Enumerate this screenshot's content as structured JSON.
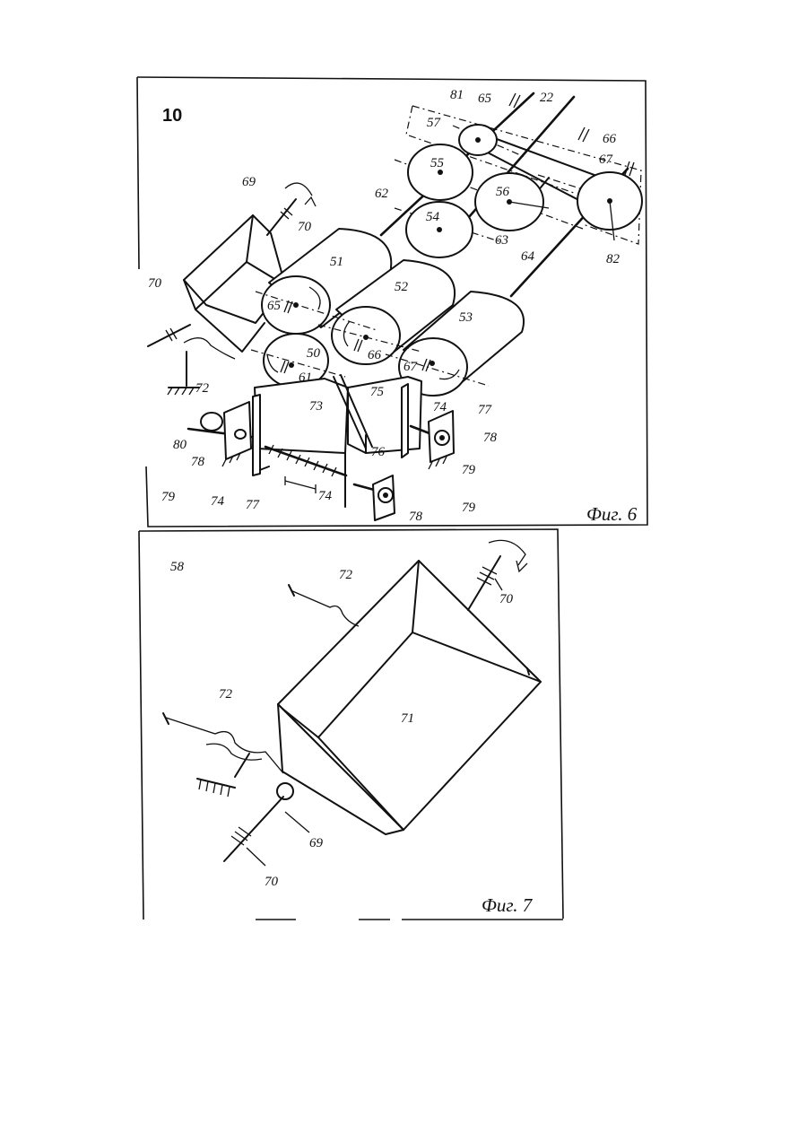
{
  "figure6": {
    "sheet_number": "10",
    "caption": "Фиг. 6",
    "labels": {
      "l81": "81",
      "l65top": "65",
      "l22": "22",
      "l57": "57",
      "l66top": "66",
      "l67top": "67",
      "l55": "55",
      "l56": "56",
      "l62": "62",
      "l54": "54",
      "l63": "63",
      "l82": "82",
      "l64": "64",
      "l69": "69",
      "l70top": "70",
      "l70left": "70",
      "l51": "51",
      "l52": "52",
      "l53": "53",
      "l65mid": "65",
      "l66mid": "66",
      "l67mid": "67",
      "l50": "50",
      "l61": "61",
      "l72": "72",
      "l73": "73",
      "l75": "75",
      "l76": "76",
      "l74right": "74",
      "l77right": "77",
      "l78right": "78",
      "l79right": "79",
      "l80": "80",
      "l78left": "78",
      "l79left": "79",
      "l74left": "74",
      "l77left": "77",
      "l74bottom": "74",
      "l78bottom": "78",
      "l79bottom": "79"
    }
  },
  "figure7": {
    "sheet_number": "58",
    "caption": "Фиг. 7",
    "labels": {
      "l72top": "72",
      "l70top": "70",
      "l71": "71",
      "l72left": "72",
      "l69": "69",
      "l70bottom": "70"
    }
  }
}
